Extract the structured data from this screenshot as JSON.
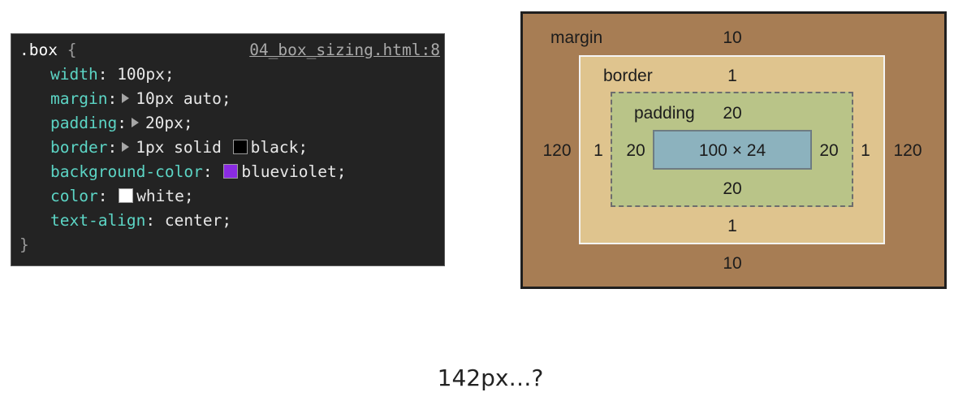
{
  "css_rule": {
    "selector": ".box",
    "open_brace": "{",
    "close_brace": "}",
    "source": "04_box_sizing.html:8",
    "declarations": [
      {
        "property": "width",
        "value": "100px;",
        "expandable": false,
        "swatch": null
      },
      {
        "property": "margin",
        "value": "10px auto;",
        "expandable": true,
        "swatch": null
      },
      {
        "property": "padding",
        "value": "20px;",
        "expandable": true,
        "swatch": null
      },
      {
        "property": "border",
        "value_before_swatch": "1px solid",
        "value": "black;",
        "expandable": true,
        "swatch": "#000000"
      },
      {
        "property": "background-color",
        "value": "blueviolet;",
        "expandable": false,
        "swatch": "#8a2be2"
      },
      {
        "property": "color",
        "value": "white;",
        "expandable": false,
        "swatch": "#ffffff"
      },
      {
        "property": "text-align",
        "value": "center;",
        "expandable": false,
        "swatch": null
      }
    ]
  },
  "box_model": {
    "margin": {
      "label": "margin",
      "top": "10",
      "right": "120",
      "bottom": "10",
      "left": "120"
    },
    "border": {
      "label": "border",
      "top": "1",
      "right": "1",
      "bottom": "1",
      "left": "1"
    },
    "padding": {
      "label": "padding",
      "top": "20",
      "right": "20",
      "bottom": "20",
      "left": "20"
    },
    "content": {
      "size": "100 × 24"
    },
    "colors": {
      "margin": "#a77d54",
      "border": "#dfc48e",
      "padding": "#b9c488",
      "content": "#8cb2be"
    }
  },
  "caption": {
    "question": "142px…?"
  }
}
